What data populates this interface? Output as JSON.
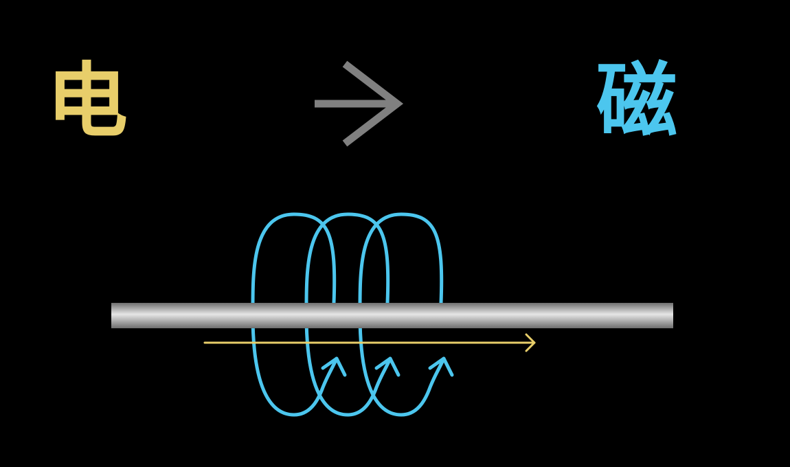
{
  "labels": {
    "electric": "电",
    "magnetic": "磁"
  },
  "icons": {
    "transition": "arrow-right-icon",
    "current_direction": "current-arrow-icon",
    "field_loop": "field-loop-icon"
  },
  "colors": {
    "background": "#000000",
    "electric": "#E8CE6A",
    "magnetic": "#4CC6EE",
    "arrow": "#808080",
    "wire_dark": "#6E6E6E",
    "wire_light": "#E6E6E6",
    "current": "#E8CE6A"
  },
  "field_loops": 3
}
